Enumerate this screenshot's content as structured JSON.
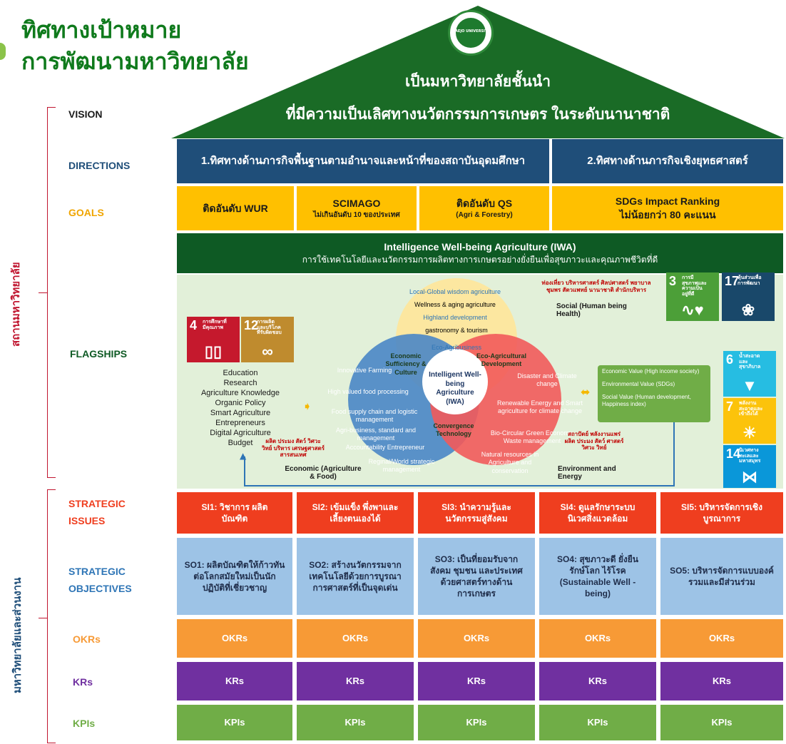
{
  "header": {
    "title_line1": "ทิศทางเป้าหมาย",
    "title_line2": "การพัฒนามหาวิทยาลัย",
    "logo_text": "MAEJO UNIVERSITY"
  },
  "roof": {
    "line1": "เป็นมหาวิทยาลัยชั้นนำ",
    "line2": "ที่มีความเป็นเลิศทางนวัตกรรมการเกษตร ในระดับนานาชาติ"
  },
  "side_labels": {
    "top": "สถานมหาวิทยาลัย",
    "bottom": "มหาวิทยาลัยและส่วนงาน"
  },
  "row_labels": {
    "vision": "VISION",
    "directions": "DIRECTIONS",
    "goals": "GOALS",
    "flagships": "FLAGSHIPS",
    "strategic_issues_1": "STRATEGIC",
    "strategic_issues_2": "ISSUES",
    "strategic_objectives_1": "STRATEGIC",
    "strategic_objectives_2": "OBJECTIVES",
    "okrs": "OKRs",
    "krs": "KRs",
    "kpis": "KPIs"
  },
  "directions": [
    "1.ทิศทางด้านภารกิจพื้นฐานตามอำนาจและหน้าที่ของสถาบันอุดมศึกษา",
    "2.ทิศทางด้านภารกิจเชิงยุทธศาสตร์"
  ],
  "goals": [
    {
      "main": "ติดอันดับ WUR",
      "sub": ""
    },
    {
      "main": "SCIMAGO",
      "sub": "ไม่เกินอันดับ 10 ของประเทศ"
    },
    {
      "main": "ติดอันดับ QS",
      "sub": "(Agri & Forestry)"
    },
    {
      "main": "SDGs Impact Ranking",
      "sub": "ไม่น้อยกว่า 80 คะแนน"
    }
  ],
  "iwa": {
    "title": "Intelligence Well-being Agriculture (IWA)",
    "subtitle": "การใช้เทคโนโลยีและนวัตกรรมการผลิตทางการเกษตรอย่างยั่งยืนเพื่อสุขภาวะและคุณภาพชีวิตที่ดี"
  },
  "left_list": [
    "Education",
    "Research",
    "Agriculture Knowledge",
    "Organic Policy",
    "Smart Agriculture",
    "Entrepreneurs",
    "Digital Agriculture",
    "Budget"
  ],
  "sdgs": [
    {
      "num": "4",
      "text": "การศึกษาที่มีคุณภาพ",
      "icon": "book-icon",
      "color": "#c5192d"
    },
    {
      "num": "12",
      "text": "การผลิตและบริโภคที่รับผิดชอบ",
      "icon": "infinity-icon",
      "color": "#bf8b2e"
    },
    {
      "num": "3",
      "text": "การมีสุขภาพและความเป็นอยู่ที่ดี",
      "icon": "heartbeat-icon",
      "color": "#4c9f38"
    },
    {
      "num": "17",
      "text": "หุ้นส่วนเพื่อการพัฒนา",
      "icon": "rings-icon",
      "color": "#19486a"
    },
    {
      "num": "6",
      "text": "น้ำสะอาดและสุขาภิบาล",
      "icon": "water-icon",
      "color": "#26bde2"
    },
    {
      "num": "7",
      "text": "พลังงานสะอาดและเข้าถึงได้",
      "icon": "sun-icon",
      "color": "#fcc30b"
    },
    {
      "num": "14",
      "text": "นิเวศทางทะเลและมหาสมุทร",
      "icon": "fish-icon",
      "color": "#0a97d9"
    }
  ],
  "venn": {
    "center": "Intelligent Well-being Agriculture (IWA)",
    "yellow_items": [
      "Local-Global wisdom agriculture",
      "Wellness & aging agriculture",
      "Highland development",
      "gastronomy & tourism",
      "Eco-Agribusiness"
    ],
    "blue_items": [
      "Innovative Farming",
      "High valued food processing",
      "Food supply chain and logistic management",
      "Agri-business, standard and management",
      "Accountability Entrepreneur",
      "Reginal/World strategic management"
    ],
    "red_items": [
      "Disaster and Climate change",
      "Renewable Energy and Smart agriculture for climate change",
      "Bio-Circular Green Economy, Waste management",
      "Natural resources in Agriculture and conservation"
    ],
    "overlap_left": "Economic Sufficiency & Culture",
    "overlap_right": "Eco-Agricultural Development",
    "overlap_bottom": "Convergence Technology"
  },
  "dimension_labels": {
    "social": "Social (Human being Health)",
    "economic": "Economic (Agriculture & Food)",
    "environment": "Environment and Energy",
    "social_red": "ท่องเที่ยว บริหารศาสตร์ ศิลปศาสตร์ พยาบาล ชุมพร สัตวแพทย์ นานาชาติ สำนักบริหาร",
    "economic_red": "ผลิต ประมง สัตว์ วิศวะ วิทย์ บริหาร เศรษฐศาสตร์ สารสนเทศ",
    "environment_red": "สถาปัตย์ พลังงานแพร่ ผลิต ประมง สัตว์ ศาสตร์ วิศวะ วิทย์"
  },
  "value_box": [
    "Economic Value (High income society)",
    "Environmental Value (SDGs)",
    "Social Value (Human development, Happiness index)"
  ],
  "strategic_issues": [
    "SI1: วิชาการ ผลิตบัณฑิต",
    "SI2: เข้มแข็ง พึ่งพาและเลี้ยงตนเองได้",
    "SI3: นำความรู้และนวัตกรรมสู่สังคม",
    "SI4: ดูแลรักษาระบบนิเวศสิ่งแวดล้อม",
    "SI5: บริหารจัดการเชิงบูรณาการ"
  ],
  "strategic_objectives": [
    "SO1: ผลิตบัณฑิตให้ก้าวทันต่อโลกสมัยใหม่เป็นนักปฏิบัติที่เชี่ยวชาญ",
    "SO2: สร้างนวัตกรรมจากเทคโนโลยีด้วยการบูรณาการศาสตร์ที่เป็นจุดเด่น",
    "SO3: เป็นที่ยอมรับจากสังคม ชุมชน และประเทศ ด้วยศาสตร์ทางด้านการเกษตร",
    "SO4: สุขภาวะดี ยั่งยืน รักษ์โลก ไร้โรค (Sustainable Well -being)",
    "SO5: บริหารจัดการแบบองค์รวมและมีส่วนร่วม"
  ],
  "okrs": [
    "OKRs",
    "OKRs",
    "OKRs",
    "OKRs",
    "OKRs"
  ],
  "krs": [
    "KRs",
    "KRs",
    "KRs",
    "KRs",
    "KRs"
  ],
  "kpis": [
    "KPIs",
    "KPIs",
    "KPIs",
    "KPIs",
    "KPIs"
  ],
  "colors": {
    "roof": "#1a6b26",
    "directions": "#1f4e79",
    "goals": "#ffc000",
    "iwa_band": "#0e5a24",
    "flagship_bg": "#e2f0d9",
    "si": "#ef3e1f",
    "so": "#9dc3e6",
    "okr": "#f79a36",
    "kr": "#7030a0",
    "kpi": "#70ad47"
  }
}
